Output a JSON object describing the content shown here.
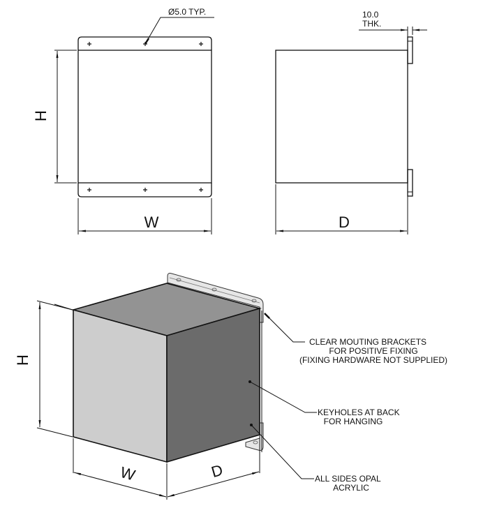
{
  "front_view": {
    "hole_callout": "Ø5.0 TYP.",
    "height_label": "H",
    "width_label": "W"
  },
  "side_view": {
    "thickness_value": "10.0",
    "thickness_suffix": "THK.",
    "depth_label": "D"
  },
  "iso_view": {
    "height_label": "H",
    "width_label": "W",
    "depth_label": "D",
    "colors": {
      "top_face": "#939393",
      "front_face": "#cdcdcd",
      "side_face": "#6b6b6b",
      "bracket": "#e6e6e6"
    }
  },
  "annotations": [
    {
      "line1": "CLEAR MOUTING BRACKETS",
      "line2": "FOR POSITIVE FIXING",
      "line3": "(FIXING HARDWARE NOT SUPPLIED)"
    },
    {
      "line1": "KEYHOLES AT BACK",
      "line2": "FOR HANGING"
    },
    {
      "line1": "ALL SIDES OPAL",
      "line2": "ACRYLIC"
    }
  ]
}
